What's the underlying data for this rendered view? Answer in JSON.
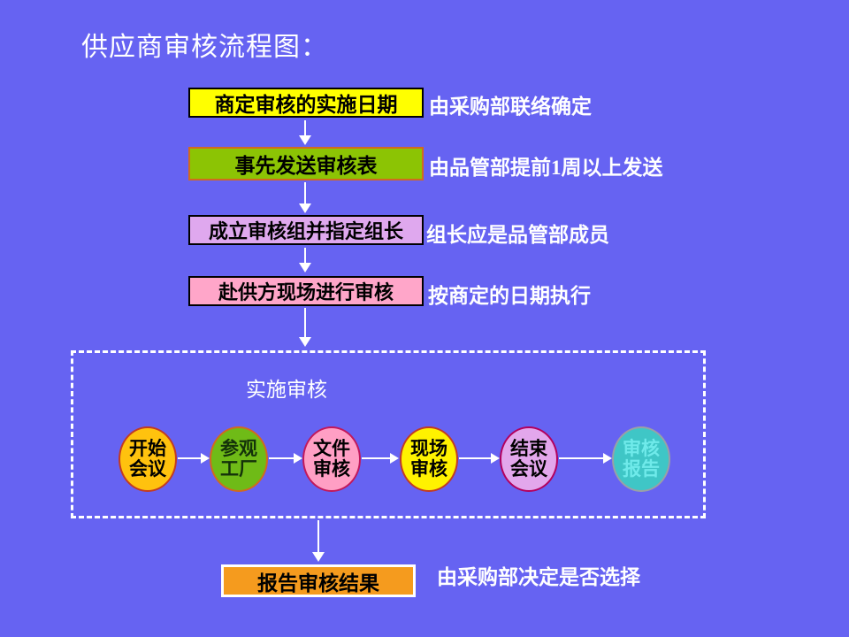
{
  "page": {
    "title": "供应商审核流程图：",
    "background_color": "#6663F2"
  },
  "flow": {
    "steps": [
      {
        "label": "商定审核的实施日期",
        "caption": "由采购部联络确定",
        "fill": "#FFFF00",
        "border": "#000000"
      },
      {
        "label": "事先发送审核表",
        "caption": "由品管部提前1周以上发送",
        "fill": "#8CC404",
        "border": "#D2691E"
      },
      {
        "label": "成立审核组并指定组长",
        "caption": "组长应是品管部成员",
        "fill": "#DFA8EE",
        "border": "#000000"
      },
      {
        "label": "赴供方现场进行审核",
        "caption": "按商定的日期执行",
        "fill": "#FFA6C9",
        "border": "#000000"
      }
    ],
    "result": {
      "label": "报告审核结果",
      "caption": "由采购部决定是否选择",
      "fill": "#F59B1E",
      "border": "#FFFFFF"
    }
  },
  "audit_group": {
    "title": "实施审核",
    "border_style": "dashed-white",
    "nodes": [
      {
        "line1": "开始",
        "line2": "会议",
        "fill": "#FFC20E",
        "border": "#C23B22"
      },
      {
        "line1": "参观",
        "line2": "工厂",
        "fill": "#6FBB17",
        "border": "#D2691E"
      },
      {
        "line1": "文件",
        "line2": "审核",
        "fill": "#FF9FC4",
        "border": "#C2185B"
      },
      {
        "line1": "现场",
        "line2": "审核",
        "fill": "#FFF200",
        "border": "#C23B22"
      },
      {
        "line1": "结束",
        "line2": "会议",
        "fill": "#E3A7EC",
        "border": "#B3005E"
      },
      {
        "line1": "审核",
        "line2": "报告",
        "fill": "#3FC6C6",
        "border": "#9AA0A6"
      }
    ]
  }
}
